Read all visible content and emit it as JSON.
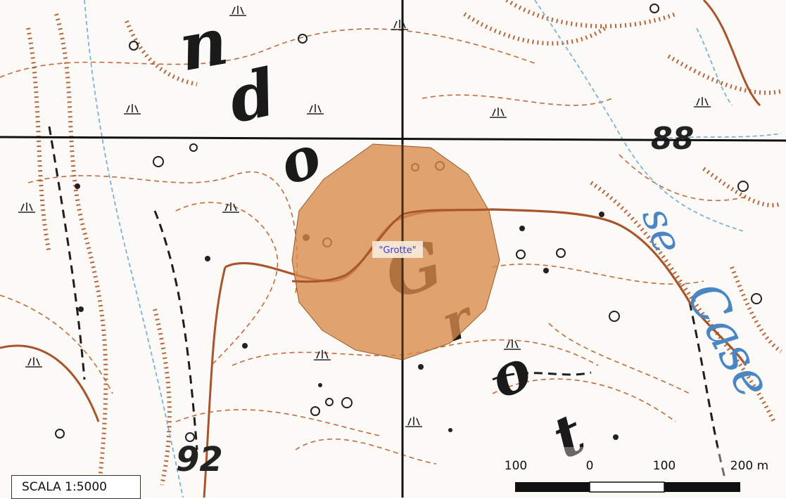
{
  "map": {
    "feature_label": "\"Grotte\"",
    "place_name_letters": [
      "n",
      "d",
      "o",
      "G",
      "r",
      "o",
      "t"
    ],
    "elevation_labels": [
      "88",
      "92"
    ],
    "stream_name": "Case",
    "stream_name_upper": "se",
    "colors": {
      "contour": "#b5643c",
      "road": "#a8552e",
      "water": "#7fb1d8",
      "feature_fill": "#d98a4a",
      "grid": "#111111"
    }
  },
  "scale_bar": {
    "ticks": [
      "100",
      "0",
      "100",
      "200 m"
    ],
    "scale_label": "SCALA 1:5000"
  }
}
